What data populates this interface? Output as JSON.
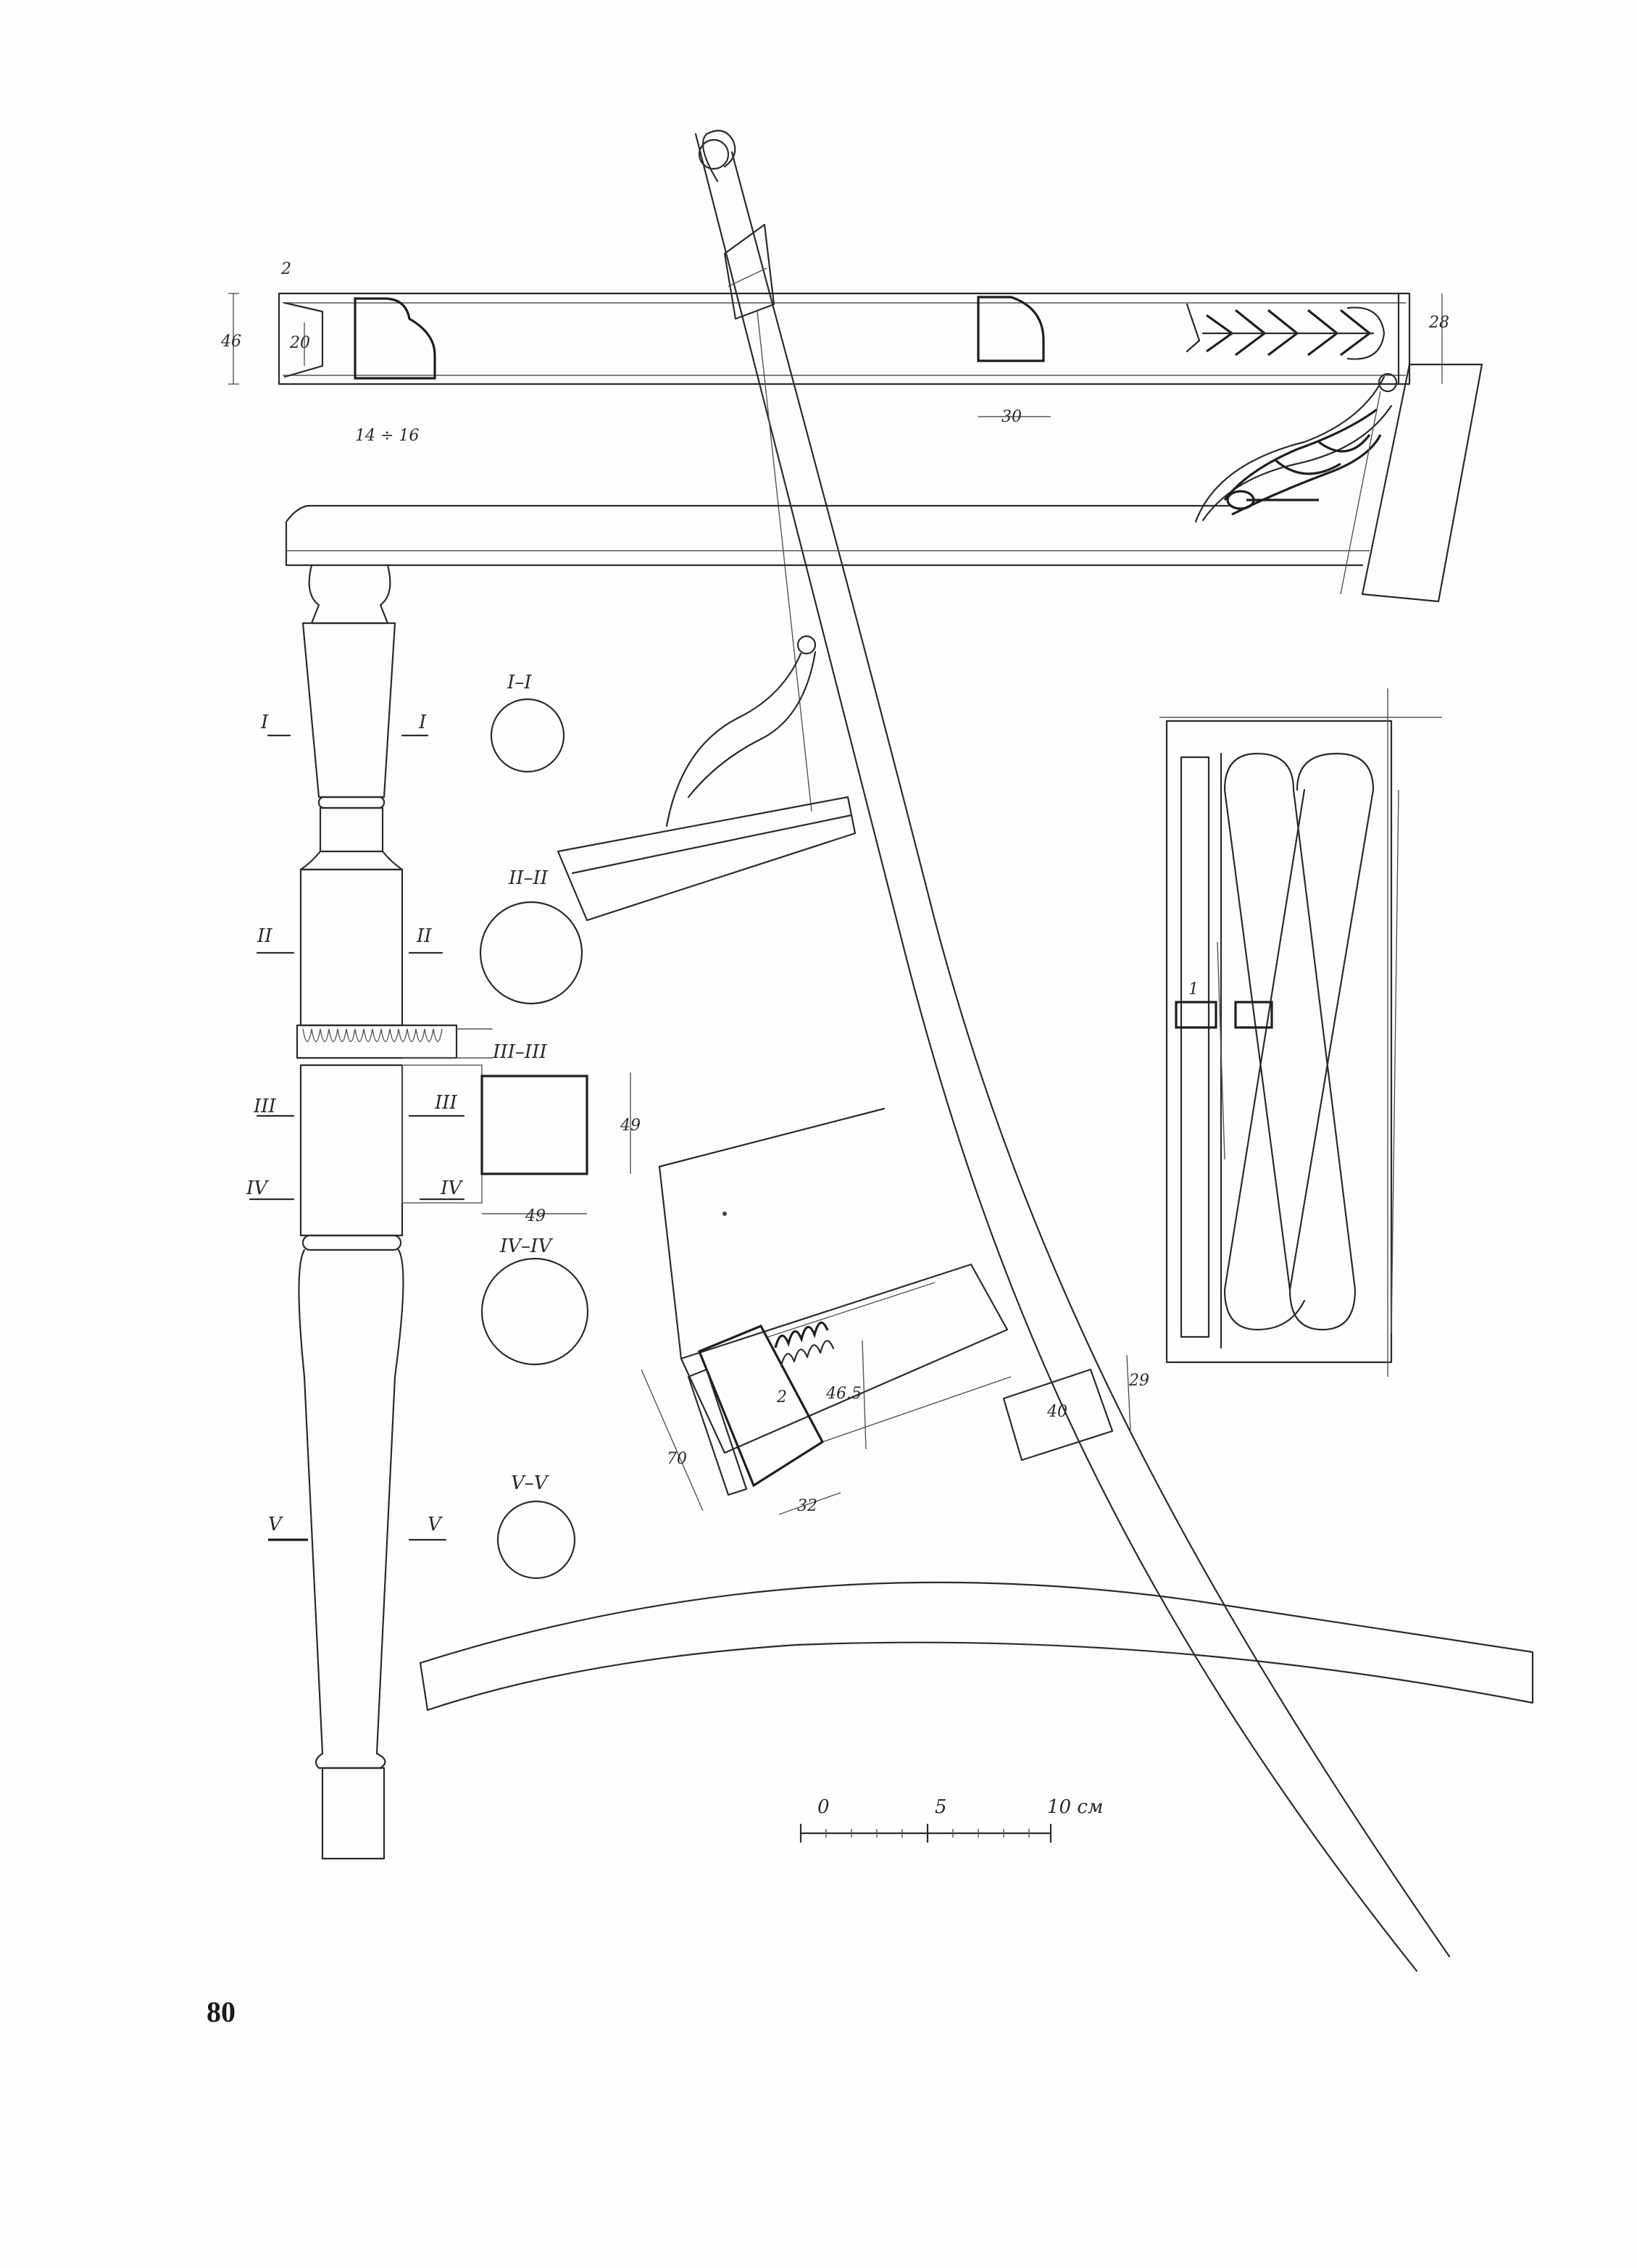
{
  "page_number": "80",
  "dimensions": {
    "d_2": "2",
    "d_46": "46",
    "d_20": "20",
    "d_14_16": "14 ÷ 16",
    "d_30": "30",
    "d_28": "28",
    "d_49_v": "49",
    "d_49_h": "49",
    "d_70": "70",
    "d_2b": "2",
    "d_46_5": "46.5",
    "d_32": "32",
    "d_40": "40",
    "d_29": "29",
    "d_1_small": "1"
  },
  "sections": {
    "s1": "I–I",
    "s2": "II–II",
    "s3": "III–III",
    "s4": "IV–IV",
    "s5": "V–V"
  },
  "cut_marks": {
    "I_left": "I",
    "I_right": "I",
    "II_left": "II",
    "II_right": "II",
    "III_left": "III",
    "III_right": "III",
    "IV_left": "IV",
    "IV_right": "IV",
    "V_left": "V",
    "V_right": "V"
  },
  "scale_bar": {
    "label_0": "0",
    "label_5": "5",
    "label_10": "10 см"
  }
}
